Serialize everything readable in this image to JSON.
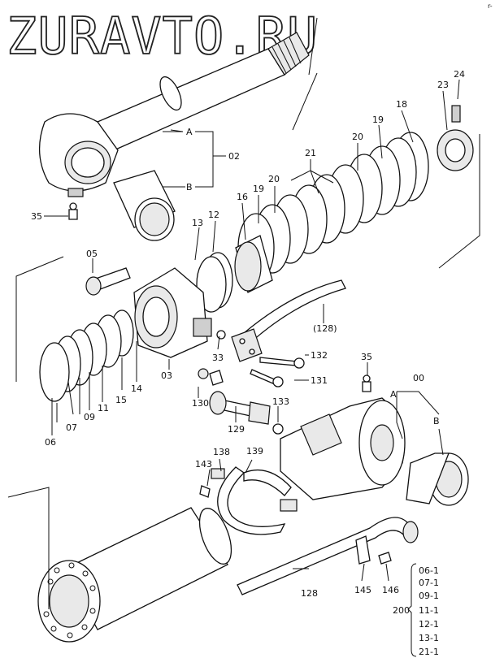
{
  "watermark": "ZURAVTO.RU",
  "corner_mark": "r-",
  "callouts": {
    "c24": "24",
    "c23": "23",
    "c18": "18",
    "c19a": "19",
    "c20a": "20",
    "c21": "21",
    "c20b": "20",
    "c19b": "19",
    "c16": "16",
    "c13": "13",
    "c12": "12",
    "cA1": "A",
    "cB1": "B",
    "c02": "02",
    "c35a": "35",
    "c05": "05",
    "c128a": "(128)",
    "c132": "132",
    "c131": "131",
    "c33": "33",
    "c03": "03",
    "c14": "14",
    "c15": "15",
    "c11": "11",
    "c09": "09",
    "c07": "07",
    "c06": "06",
    "c130": "130",
    "c129": "129",
    "c133": "133",
    "c35b": "35",
    "cA2": "A",
    "c00": "00",
    "cB2": "B",
    "c138": "138",
    "c139": "139",
    "c143": "143",
    "c128b": "128",
    "c145": "145",
    "c146": "146"
  },
  "kit": {
    "number": "200",
    "items": [
      "06-1",
      "07-1",
      "09-1",
      "11-1",
      "12-1",
      "13-1",
      "21-1"
    ]
  }
}
